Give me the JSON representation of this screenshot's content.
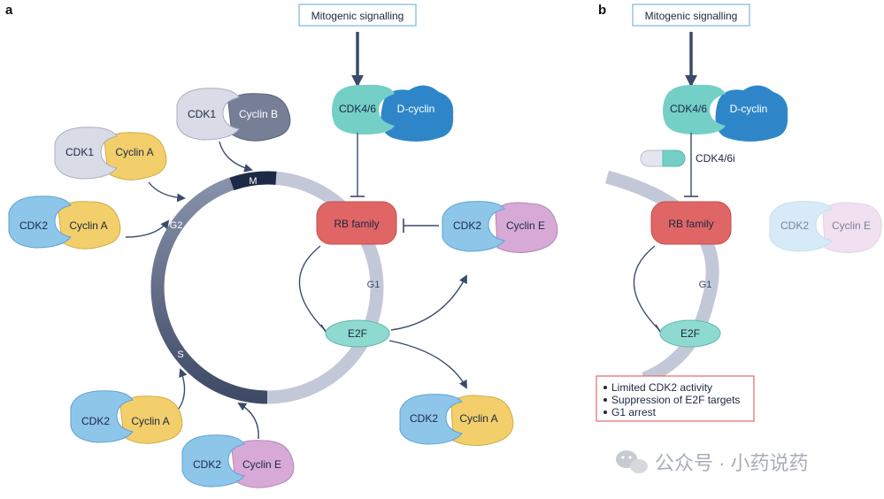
{
  "panels": {
    "a": {
      "label": "a",
      "signal": "Mitogenic signalling",
      "cdk46": "CDK4/6",
      "dcyclin": "D-cyclin",
      "rb": "RB family",
      "e2f": "E2F",
      "cycle_labels": {
        "m": "M",
        "g2": "G2",
        "s": "S",
        "g1": "G1"
      },
      "complexes": {
        "cdk1_cyclinb": {
          "cdk": "CDK1",
          "cyclin": "Cyclin B"
        },
        "cdk1_cyclina": {
          "cdk": "CDK1",
          "cyclin": "Cyclin A"
        },
        "cdk2_cyclina_g2": {
          "cdk": "CDK2",
          "cyclin": "Cyclin A"
        },
        "cdk2_cyclina_s": {
          "cdk": "CDK2",
          "cyclin": "Cyclin A"
        },
        "cdk2_cycline_s": {
          "cdk": "CDK2",
          "cyclin": "Cyclin E"
        },
        "cdk2_cycline_g1": {
          "cdk": "CDK2",
          "cyclin": "Cyclin E"
        },
        "cdk2_cyclina_e2f": {
          "cdk": "CDK2",
          "cyclin": "Cyclin A"
        }
      }
    },
    "b": {
      "label": "b",
      "signal": "Mitogenic signalling",
      "cdk46": "CDK4/6",
      "dcyclin": "D-cyclin",
      "inhibitor": "CDK4/6i",
      "rb": "RB family",
      "e2f": "E2F",
      "g1": "G1",
      "faded_complex": {
        "cdk": "CDK2",
        "cyclin": "Cyclin E"
      },
      "outcomes": [
        "Limited CDK2 activity",
        "Suppression of E2F targets",
        "G1 arrest"
      ]
    }
  },
  "watermark": "公众号 · 小药说药",
  "colors": {
    "cdk_grey": "#d9dce6",
    "cdk_blue": "#8ec6ea",
    "cyclin_yellow": "#f2cf6b",
    "cyclin_purple": "#d7a9d6",
    "cyclin_b": "#767f95",
    "cdk46_teal": "#74cfc7",
    "dcyclin_blue": "#2e86c9",
    "rb_red": "#e06565",
    "e2f_teal": "#8fdad0",
    "arrow_navy": "#3b4a6b",
    "ring_light": "#c3c8d8",
    "ring_dark": "#3e4a66",
    "ring_m": "#1d2a45",
    "outcome_border": "#e06a6a"
  }
}
